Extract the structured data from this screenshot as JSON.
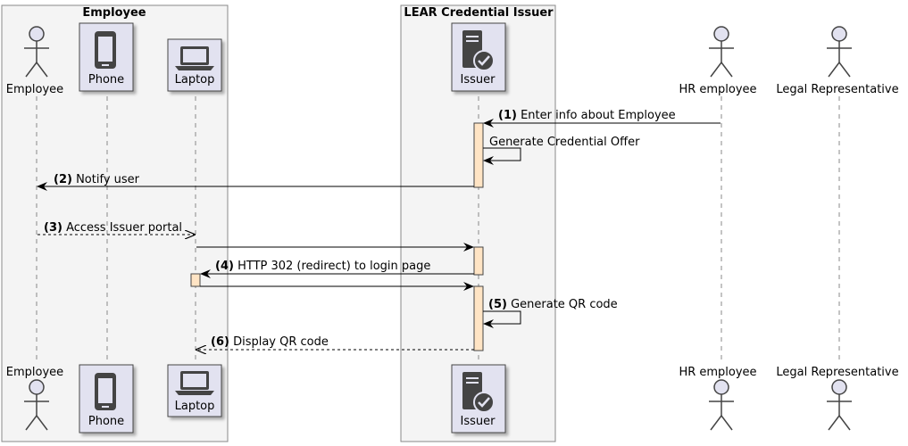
{
  "boxes": {
    "employee": "Employee",
    "issuer": "LEAR Credential Issuer"
  },
  "participants": {
    "employee": {
      "label": "Employee",
      "kind": "actor",
      "icon": "stick-figure-icon"
    },
    "phone": {
      "label": "Phone",
      "kind": "device",
      "icon": "phone-icon"
    },
    "laptop": {
      "label": "Laptop",
      "kind": "device",
      "icon": "laptop-icon"
    },
    "issuer": {
      "label": "Issuer",
      "kind": "server",
      "icon": "server-check-icon"
    },
    "hr": {
      "label": "HR employee",
      "kind": "actor",
      "icon": "stick-figure-icon"
    },
    "legal": {
      "label": "Legal Representative",
      "kind": "actor",
      "icon": "stick-figure-icon"
    }
  },
  "messages": [
    {
      "num": "(1)",
      "text": "Enter info about Employee",
      "from": "hr",
      "to": "issuer",
      "style": "solid"
    },
    {
      "num": "",
      "text": "Generate Credential Offer",
      "from": "issuer",
      "to": "issuer",
      "style": "solid"
    },
    {
      "num": "(2)",
      "text": "Notify user",
      "from": "issuer",
      "to": "employee",
      "style": "solid"
    },
    {
      "num": "(3)",
      "text": "Access Issuer portal",
      "from": "employee",
      "to": "laptop",
      "style": "dashed"
    },
    {
      "num": "",
      "text": "",
      "from": "laptop",
      "to": "issuer",
      "style": "solid"
    },
    {
      "num": "(4)",
      "text": "HTTP 302 (redirect) to login page",
      "from": "issuer",
      "to": "laptop",
      "style": "solid"
    },
    {
      "num": "",
      "text": "",
      "from": "laptop",
      "to": "issuer",
      "style": "solid"
    },
    {
      "num": "(5)",
      "text": "Generate QR code",
      "from": "issuer",
      "to": "issuer",
      "style": "solid"
    },
    {
      "num": "(6)",
      "text": "Display QR code",
      "from": "issuer",
      "to": "laptop",
      "style": "dashed"
    }
  ],
  "colors": {
    "participant_fill": "#e2e2f0",
    "activation_fill": "#ffe4c4",
    "box_fill": "#f4f4f4",
    "icon_dark": "#444444"
  }
}
